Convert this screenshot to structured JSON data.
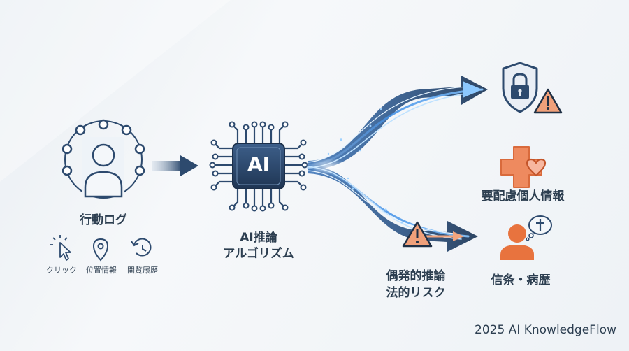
{
  "behavior": {
    "title": "行動ログ",
    "items": [
      {
        "label": "クリック",
        "icon": "cursor-click-icon"
      },
      {
        "label": "位置情報",
        "icon": "location-pin-icon"
      },
      {
        "label": "閲覧履歴",
        "icon": "history-icon"
      }
    ]
  },
  "ai": {
    "chip_label": "AI",
    "title_line1": "AI推論",
    "title_line2": "アルゴリズム"
  },
  "outputs": {
    "sensitive_info": "要配慮個人情報",
    "belief_medical": "信条・病歴",
    "risk_line1": "偶発的推論",
    "risk_line2": "法的リスク"
  },
  "footer": {
    "credit": "2025 AI KnowledgeFlow"
  },
  "colors": {
    "navy": "#2d4a6e",
    "accent_blue": "#3d8ee6",
    "orange": "#e8733e",
    "warning_orange": "#f0a07a",
    "label_dark": "#2c3e50"
  }
}
